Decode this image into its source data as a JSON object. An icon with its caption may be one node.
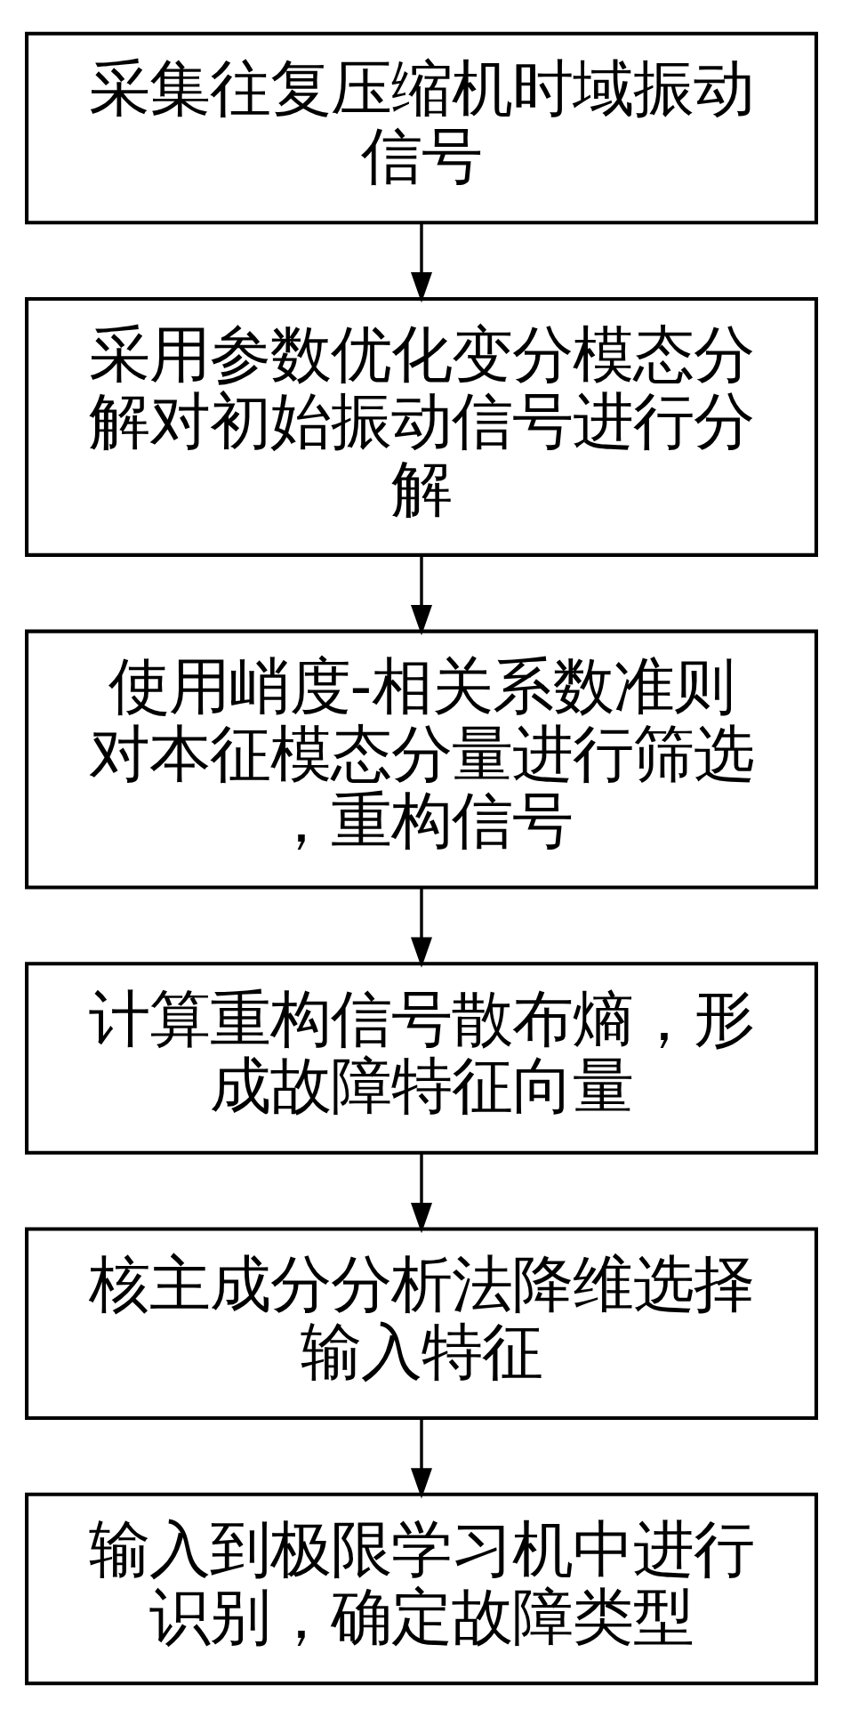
{
  "diagram": {
    "nodes": [
      {
        "text": [
          "采集往复压缩机时域振动信号"
        ]
      },
      {
        "text": [
          "采用参数优化变分模态分解对初始振动信号进行分解"
        ]
      },
      {
        "text": [
          "使用峭度-相关系数准则对本征模态分量进行筛选，重构信号"
        ]
      },
      {
        "text": [
          "计算重构信号散布熵，形成故障特征向量"
        ]
      },
      {
        "text": [
          "核主成分分析法降维选择输入特征"
        ]
      },
      {
        "text": [
          "输入到极限学习机中进行识别，确定故障类型"
        ]
      }
    ],
    "edges": [
      {
        "from": 0,
        "to": 1,
        "arrow": "to"
      },
      {
        "from": 1,
        "to": 2,
        "arrow": "to"
      },
      {
        "from": 2,
        "to": 3,
        "arrow": "to"
      },
      {
        "from": 3,
        "to": 4,
        "arrow": "to"
      },
      {
        "from": 4,
        "to": 5,
        "arrow": "to"
      }
    ]
  }
}
